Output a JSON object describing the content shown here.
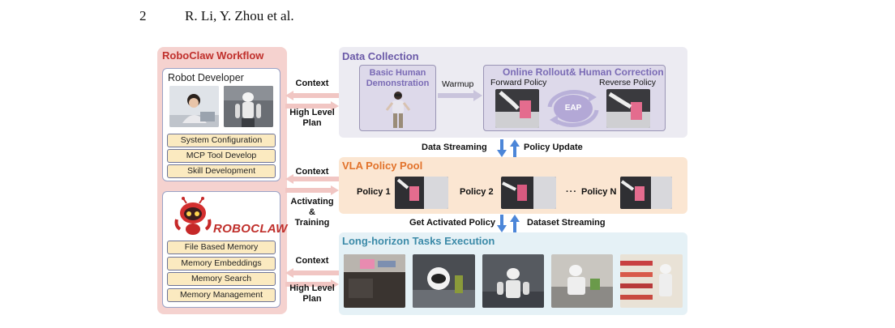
{
  "header": {
    "page_number": "2",
    "running_head": "R. Li, Y. Zhou et al."
  },
  "workflow": {
    "title": "RoboClaw Workflow",
    "developer_title": "Robot Developer",
    "developer_items": [
      "System Configuration",
      "MCP Tool Develop",
      "Skill Development"
    ],
    "logo_text": "ROBOCLAW",
    "memory_items": [
      "File Based Memory",
      "Memory Embeddings",
      "Memory Search",
      "Memory Management"
    ]
  },
  "arrows": {
    "dc_context": "Context",
    "dc_plan_1": "High Level",
    "dc_plan_2": "Plan",
    "vla_context": "Context",
    "vla_act_1": "Activating",
    "vla_act_2": "&",
    "vla_act_3": "Training",
    "lh_context": "Context",
    "lh_plan_1": "High Level",
    "lh_plan_2": "Plan"
  },
  "data_collection": {
    "title": "Data Collection",
    "demo_1": "Basic Human",
    "demo_2": "Demonstration",
    "warmup": "Warmup",
    "rollout_title": "Online Rollout& Human Correction",
    "forward": "Forward Policy",
    "reverse": "Reverse Policy",
    "eap": "EAP"
  },
  "flow": {
    "data_streaming": "Data Streaming",
    "policy_update": "Policy Update",
    "get_activated": "Get Activated Policy",
    "dataset_streaming": "Dataset Streaming"
  },
  "vla": {
    "title": "VLA Policy Pool",
    "policy_1": "Policy 1",
    "policy_2": "Policy 2",
    "ellipsis": "···",
    "policy_n": "Policy N"
  },
  "long_horizon": {
    "title": "Long-horizon Tasks Execution"
  },
  "colors": {
    "workflow_red": "#c0302c",
    "dc_purple": "#6b5aa8",
    "vla_orange": "#e2722a",
    "lh_teal": "#3b8aa8",
    "arrow_pink": "#f1c6c3",
    "arrow_blue": "#4c86d8"
  }
}
